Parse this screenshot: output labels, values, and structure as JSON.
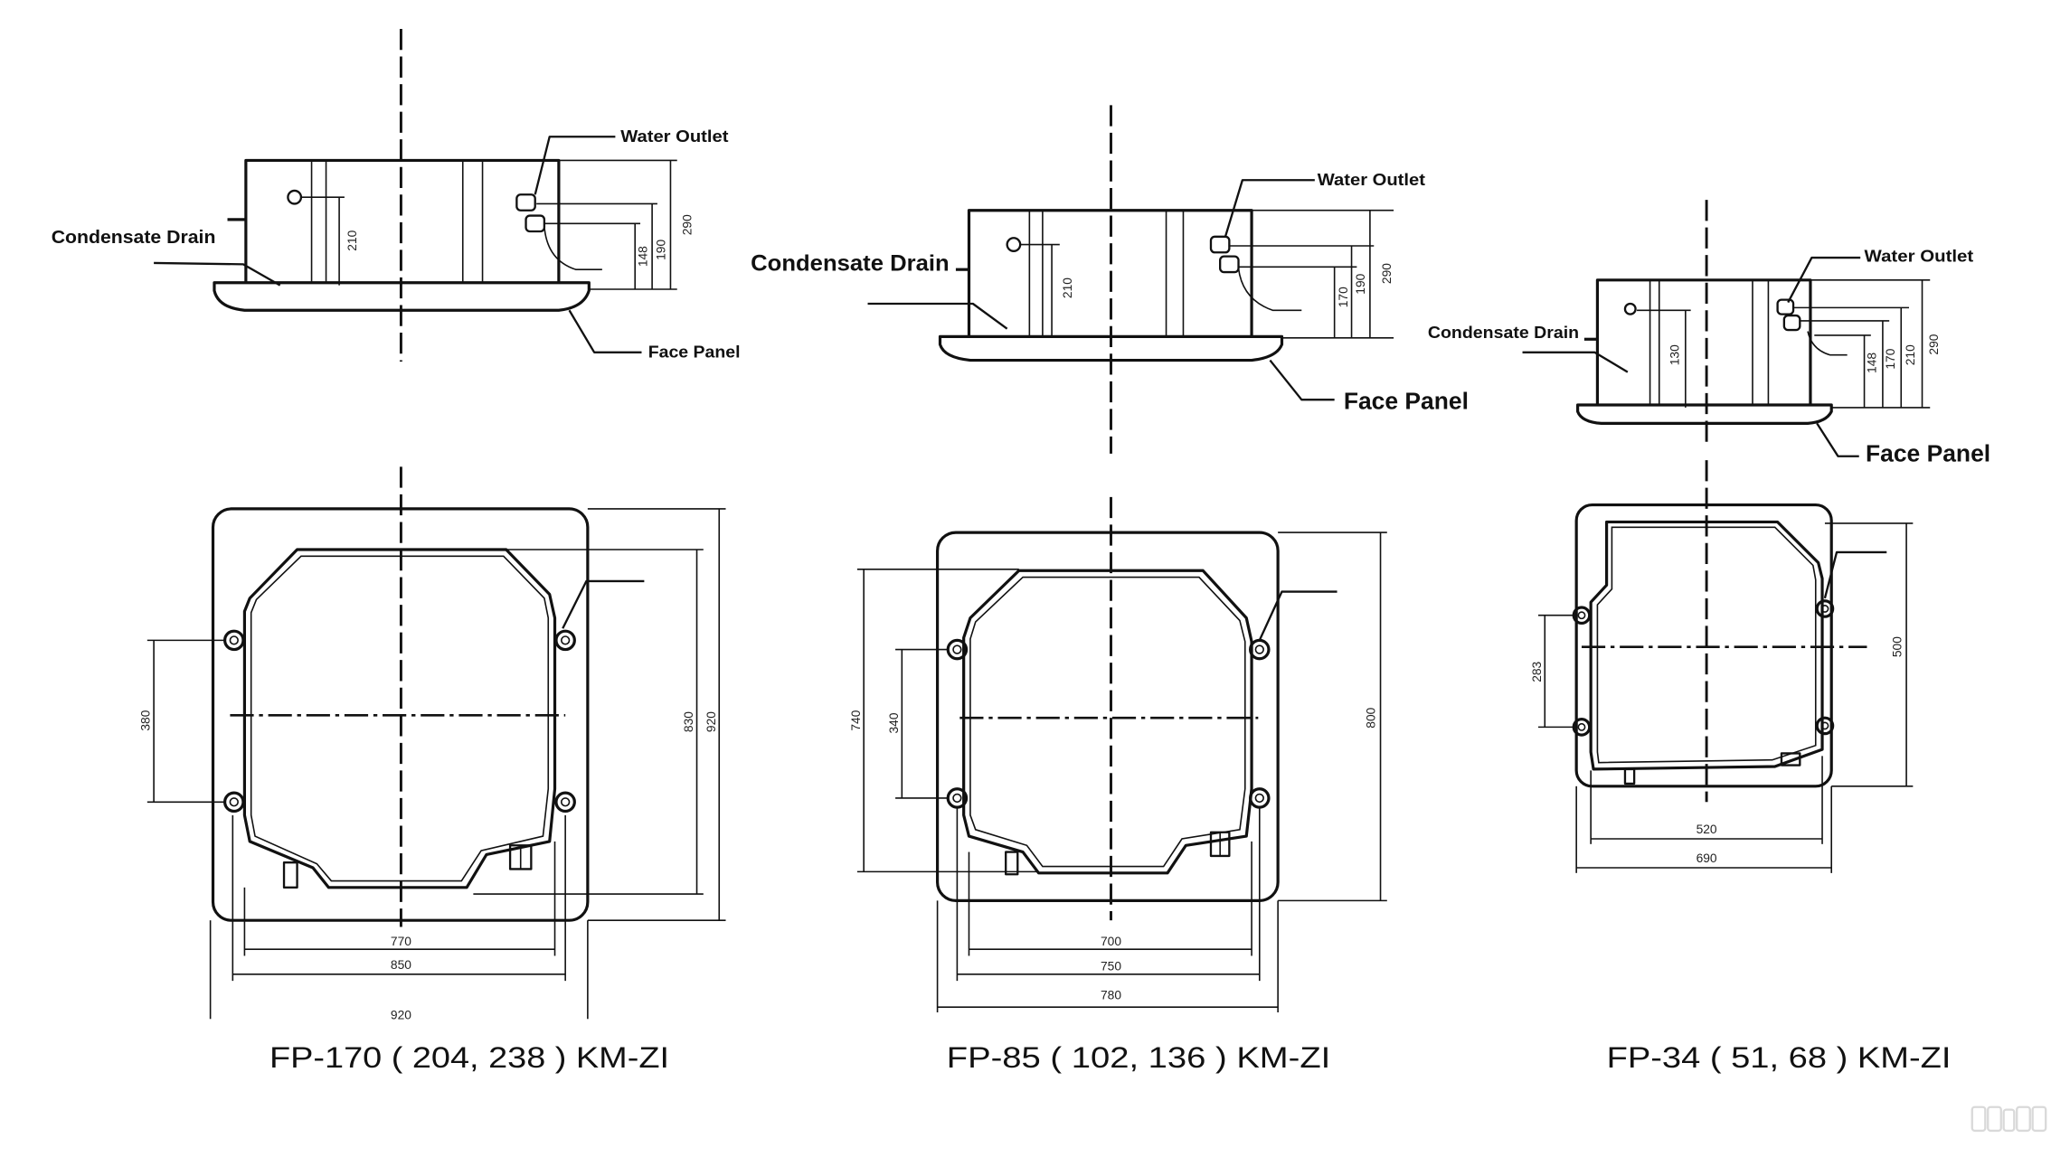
{
  "drawing": {
    "line_color": "#111111",
    "background": "#ffffff"
  },
  "units": [
    {
      "model": "FP-170 ( 204, 238 ) KM-ZI",
      "side_view": {
        "water_outlet": "Water Outlet",
        "condensate_drain": "Condensate Drain",
        "face_panel": "Face Panel",
        "dims": {
          "drain_height": "210",
          "outlet_low": "148",
          "outlet_high": "190",
          "overall_height": "290"
        }
      },
      "plan_view": {
        "dims": {
          "bracket_pitch": "380",
          "body_depth": "830",
          "panel_depth": "920",
          "body_width": "770",
          "bracket_span": "850",
          "panel_width": "920"
        }
      }
    },
    {
      "model": "FP-85 ( 102, 136 ) KM-ZI",
      "side_view": {
        "water_outlet": "Water Outlet",
        "condensate_drain": "Condensate Drain",
        "face_panel": "Face Panel",
        "dims": {
          "drain_height": "210",
          "outlet_low": "170",
          "outlet_high": "190",
          "overall_height": "290"
        }
      },
      "plan_view": {
        "dims": {
          "body_depth": "740",
          "bracket_pitch": "340",
          "panel_depth": "800",
          "body_width": "700",
          "bracket_span": "750",
          "panel_width": "780"
        }
      }
    },
    {
      "model": "FP-34 ( 51, 68 ) KM-ZI",
      "side_view": {
        "water_outlet": "Water Outlet",
        "condensate_drain": "Condensate Drain",
        "face_panel": "Face Panel",
        "dims": {
          "drain_height": "130",
          "outlet_low": "148",
          "outlet_mid": "170",
          "outlet_high": "210",
          "overall_height": "290"
        }
      },
      "plan_view": {
        "dims": {
          "bracket_pitch": "283",
          "panel_depth": "500",
          "body_width": "520",
          "panel_width": "690"
        }
      }
    }
  ],
  "watermark": "豆包AI生成"
}
